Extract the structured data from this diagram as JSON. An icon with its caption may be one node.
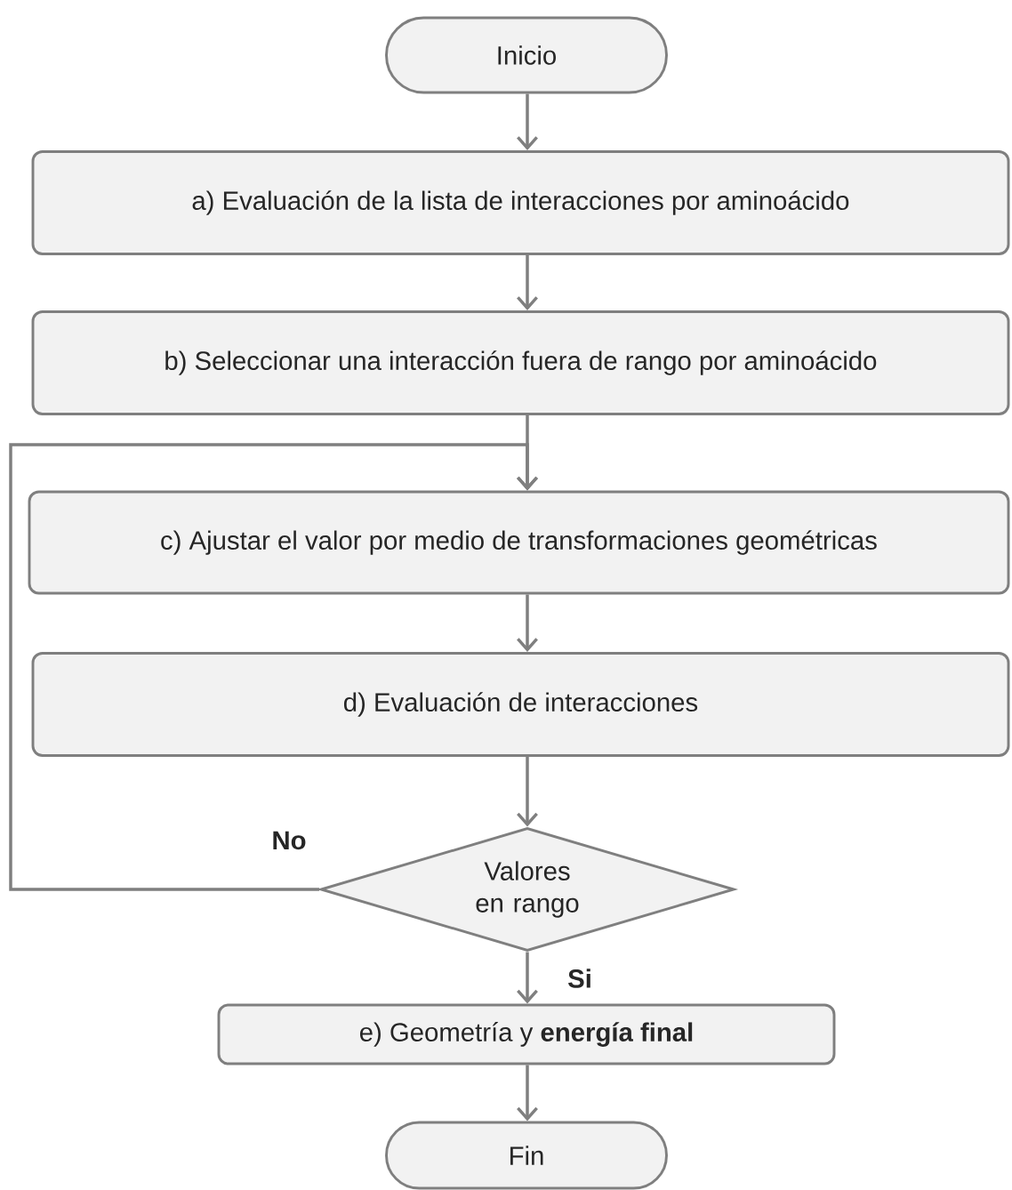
{
  "diagram": {
    "nodes": [
      {
        "text": [
          "Inicio"
        ]
      },
      {
        "text": [
          "a) Evaluación de la lista de interacciones por aminoácido"
        ]
      },
      {
        "text": [
          "b) Seleccionar una interacción fuera de rango por aminoácido"
        ]
      },
      {
        "text": [
          "c) Ajustar el valor por medio de transformaciones geométricas"
        ]
      },
      {
        "text": [
          "d) Evaluación de interacciones"
        ]
      },
      {
        "text": [
          "Valores en rango"
        ]
      },
      {
        "text": [
          "e) Geometría y **energía final**"
        ]
      },
      {
        "text": [
          "Fin"
        ]
      }
    ],
    "edges": [
      {
        "from": 0,
        "to": 1,
        "arrow": "to"
      },
      {
        "from": 1,
        "to": 2,
        "arrow": "to"
      },
      {
        "from": 2,
        "to": 3,
        "arrow": "to"
      },
      {
        "from": 3,
        "to": 4,
        "arrow": "to"
      },
      {
        "from": 4,
        "to": 5,
        "arrow": "to"
      },
      {
        "from": 5,
        "to": 3,
        "arrow": "to",
        "label": "No"
      },
      {
        "from": 5,
        "to": 6,
        "arrow": "to",
        "label": "Si"
      },
      {
        "from": 6,
        "to": 7,
        "arrow": "to"
      }
    ]
  }
}
